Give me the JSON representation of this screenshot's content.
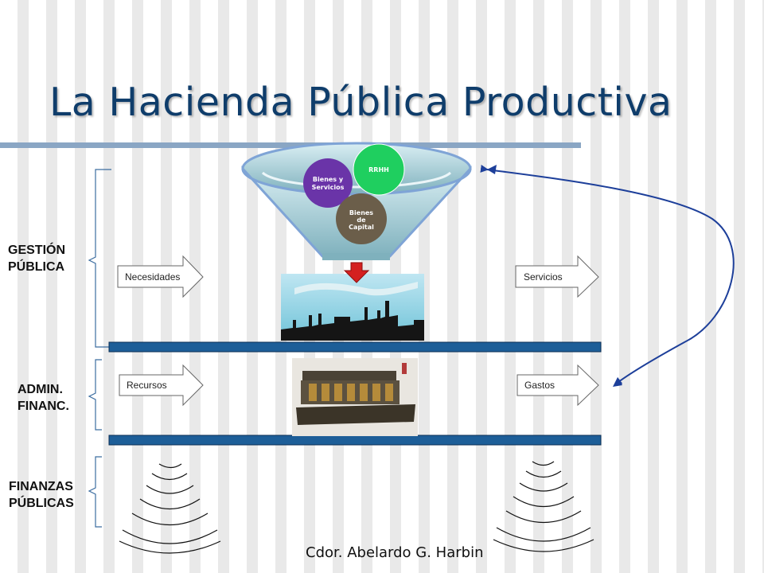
{
  "slide": {
    "title": "La Hacienda Pública Productiva",
    "footer": "Cdor. Abelardo G. Harbin"
  },
  "levels": {
    "gestion": [
      "GESTIÓN",
      "PÚBLICA"
    ],
    "admin": [
      "ADMIN.",
      "FINANC."
    ],
    "finanzas": [
      "FINANZAS",
      "PÚBLICAS"
    ]
  },
  "arrows": {
    "necesidades": "Necesidades",
    "servicios": "Servicios",
    "recursos": "Recursos",
    "gastos": "Gastos"
  },
  "funnel": {
    "rrhh": "RRHH",
    "bienes_servicios": [
      "Bienes y",
      "Servicios"
    ],
    "bienes_capital": [
      "Bienes",
      "de",
      "Capital"
    ]
  },
  "colors": {
    "title": "#0f3d6b",
    "band": "#1d5e98",
    "rrhh": "#1fcf5f",
    "bienes_servicios": "#6a34a8",
    "bienes_capital": "#6b5e4a",
    "funnel_arrow": "#d42020",
    "connector_arrow": "#1d3f9a"
  }
}
